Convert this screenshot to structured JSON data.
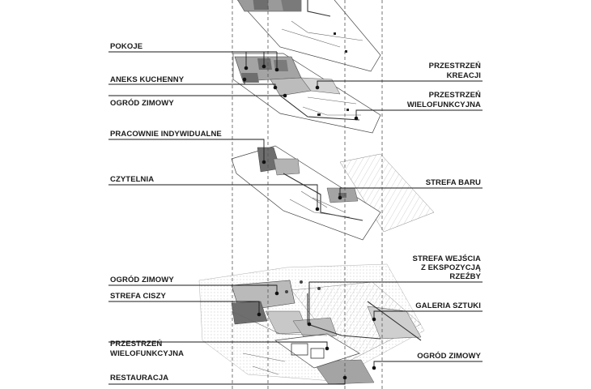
{
  "colors": {
    "ink": "#1a1a1a",
    "dark": "#6e6e6e",
    "mid": "#a9a9a9",
    "light": "#cdcdcd",
    "paper": "#ffffff"
  },
  "labels": {
    "pokoje": "POKOJE",
    "aneks_kuchenny": "ANEKS KUCHENNY",
    "ogrod_zimowy_top": "OGRÓD ZIMOWY",
    "przestrzen_kreacji_1": "PRZESTRZEŃ",
    "przestrzen_kreacji_2": "KREACJI",
    "przestrzen_wielo_top_1": "PRZESTRZEŃ",
    "przestrzen_wielo_top_2": "WIELOFUNKCYJNA",
    "pracownie": "PRACOWNIE INDYWIDUALNE",
    "czytelnia": "CZYTELNIA",
    "strefa_baru": "STREFA BARU",
    "strefa_wejscia_1": "STREFA WEJŚCIA",
    "strefa_wejscia_2": "Z EKSPOZYCJĄ",
    "strefa_wejscia_3": "RZEŹBY",
    "ogrod_zimowy_mid": "OGRÓD ZIMOWY",
    "strefa_ciszy": "STREFA CISZY",
    "galeria_sztuki": "GALERIA SZTUKI",
    "przestrzen_wielo_bot_1": "PRZESTRZEŃ",
    "przestrzen_wielo_bot_2": "WIELOFUNKCYJNA",
    "ogrod_zimowy_bot": "OGRÓD ZIMOWY",
    "restauracja": "RESTAURACJA"
  }
}
